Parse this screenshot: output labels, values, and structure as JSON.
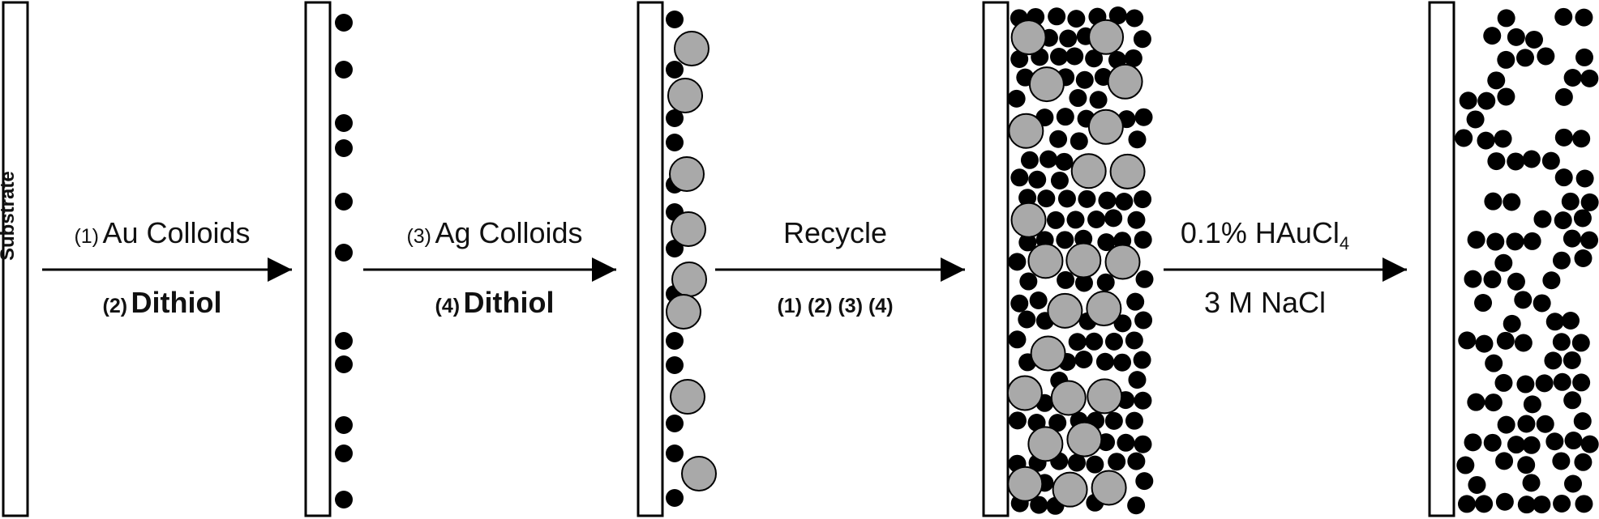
{
  "colors": {
    "substrate_fill": "#ffffff",
    "stroke": "#000000",
    "au_particle": "#000000",
    "ag_particle": "#a9a9a9",
    "text": "#111111"
  },
  "substrate_label": "Substrate",
  "steps": [
    {
      "top_num": "(1)",
      "top_text": "Au Colloids",
      "bottom_num": "(2)",
      "bottom_text": "Dithiol"
    },
    {
      "top_num": "(3)",
      "top_text": "Ag Colloids",
      "bottom_num": "(4)",
      "bottom_text": "Dithiol"
    },
    {
      "top_text": "Recycle",
      "bottom_text": "(1) (2) (3) (4)"
    },
    {
      "top_text": "0.1% HAuCl",
      "top_subscript": "4",
      "bottom_text": "3 M NaCl"
    }
  ]
}
